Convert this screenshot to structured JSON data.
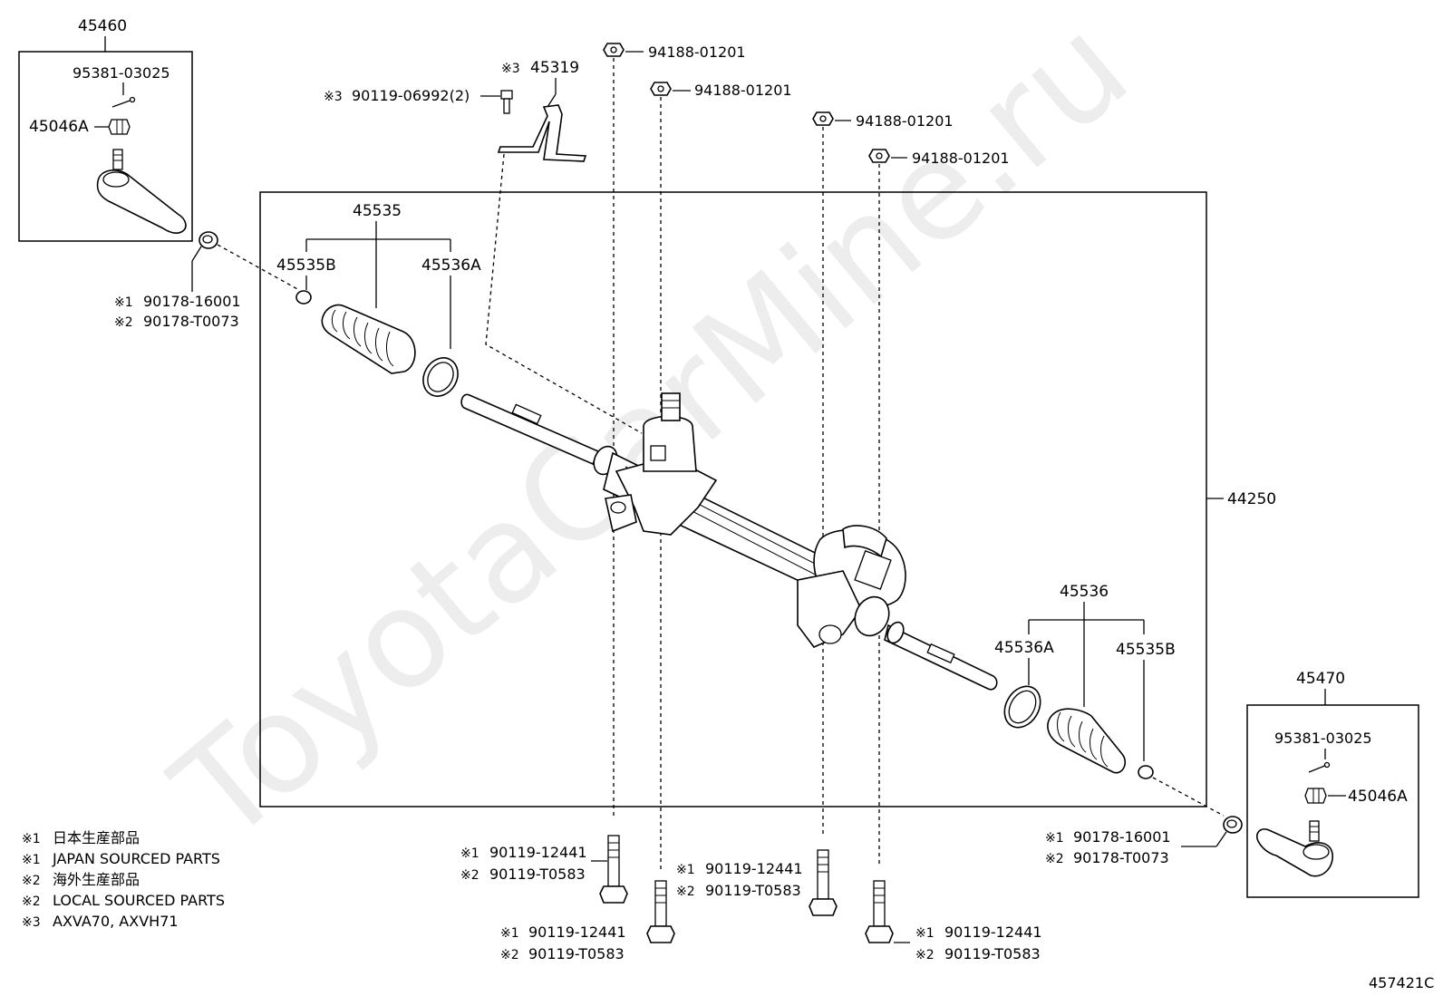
{
  "watermark": "ToyotaCarMine.ru",
  "diagram_code": "457421C",
  "groups": {
    "tie_rod_end_lh": {
      "number": "45460",
      "cotter_pin": "95381-03025",
      "nut": "45046A"
    },
    "tie_rod_end_rh": {
      "number": "45470",
      "cotter_pin": "95381-03025",
      "nut": "45046A"
    },
    "gear_assembly": {
      "number": "44250"
    },
    "boot_lh": {
      "number": "45535",
      "clamp_b": "45535B",
      "clamp_a": "45536A"
    },
    "boot_rh": {
      "number": "45536",
      "clamp_a": "45536A",
      "clamp_b": "45535B"
    }
  },
  "parts": {
    "bracket": {
      "mark": "※3",
      "number": "45319"
    },
    "bracket_bolt": {
      "mark": "※3",
      "number": "90119-06992(2)"
    },
    "nuts": [
      "94188-01201",
      "94188-01201",
      "94188-01201",
      "94188-01201"
    ],
    "lock_nut_lh": [
      {
        "mark": "※1",
        "number": "90178-16001"
      },
      {
        "mark": "※2",
        "number": "90178-T0073"
      }
    ],
    "lock_nut_rh": [
      {
        "mark": "※1",
        "number": "90178-16001"
      },
      {
        "mark": "※2",
        "number": "90178-T0073"
      }
    ],
    "bolts": [
      [
        {
          "mark": "※1",
          "number": "90119-12441"
        },
        {
          "mark": "※2",
          "number": "90119-T0583"
        }
      ],
      [
        {
          "mark": "※1",
          "number": "90119-12441"
        },
        {
          "mark": "※2",
          "number": "90119-T0583"
        }
      ],
      [
        {
          "mark": "※1",
          "number": "90119-12441"
        },
        {
          "mark": "※2",
          "number": "90119-T0583"
        }
      ],
      [
        {
          "mark": "※1",
          "number": "90119-12441"
        },
        {
          "mark": "※2",
          "number": "90119-T0583"
        }
      ]
    ]
  },
  "legend": [
    {
      "mark": "※1",
      "text": "日本生産部品"
    },
    {
      "mark": "※1",
      "text": "JAPAN SOURCED PARTS"
    },
    {
      "mark": "※2",
      "text": "海外生産部品"
    },
    {
      "mark": "※2",
      "text": "LOCAL SOURCED PARTS"
    },
    {
      "mark": "※3",
      "text": "AXVA70, AXVH71"
    }
  ]
}
